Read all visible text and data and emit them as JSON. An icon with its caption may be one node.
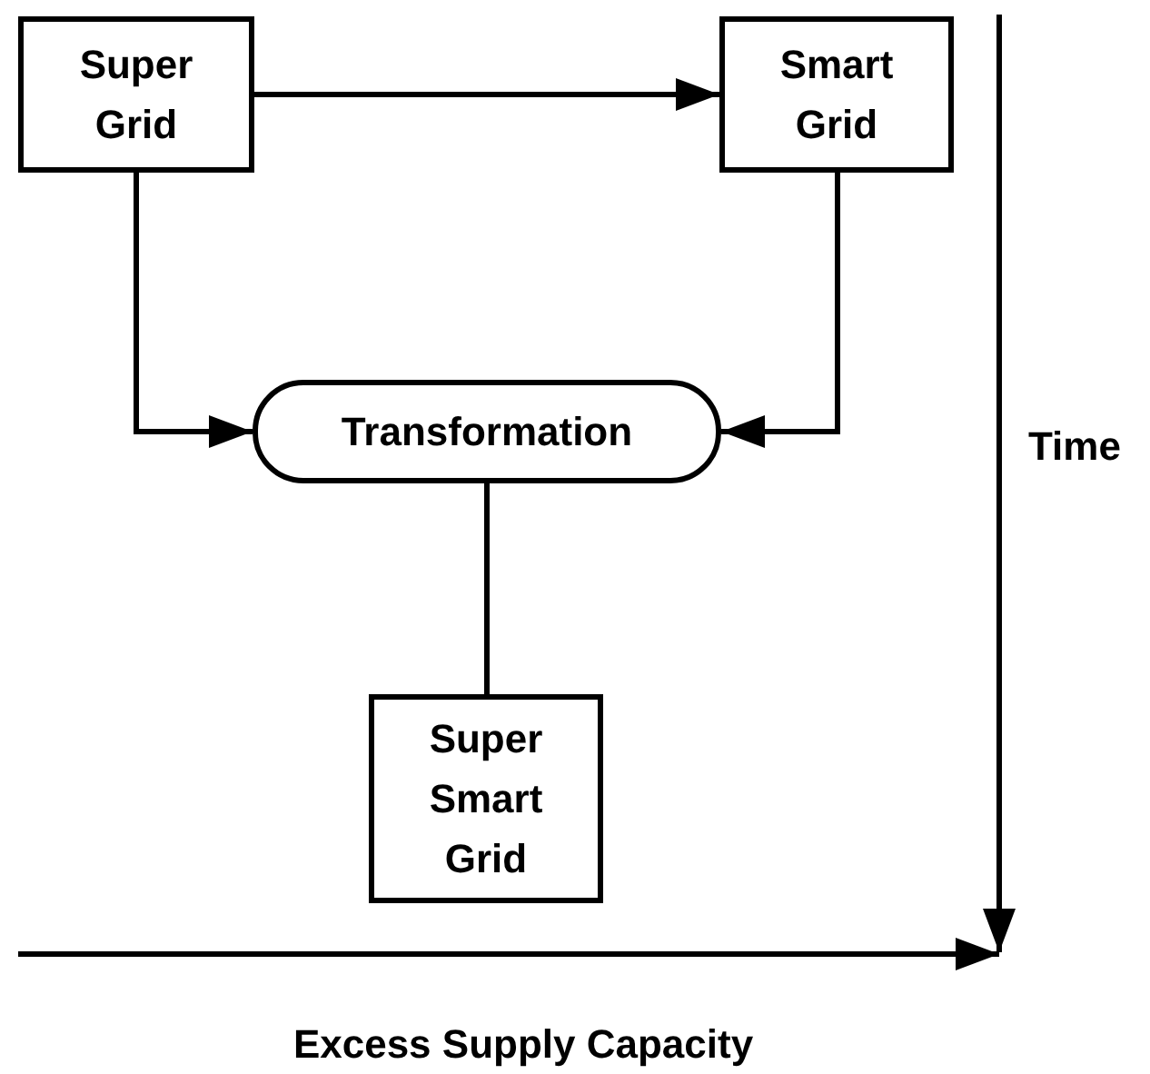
{
  "diagram": {
    "nodes": [
      {
        "text": [
          "Super Grid"
        ]
      },
      {
        "text": [
          "Smart Grid"
        ]
      },
      {
        "text": [
          "Transformation"
        ]
      },
      {
        "text": [
          "Super Smart Grid"
        ]
      }
    ],
    "edges": [
      {
        "from": 0,
        "to": 1,
        "arrow": "to"
      },
      {
        "from": 0,
        "to": 2,
        "arrow": "to"
      },
      {
        "from": 1,
        "to": 2,
        "arrow": "to"
      },
      {
        "from": 2,
        "to": 3,
        "arrow": "none"
      }
    ],
    "labels": [
      "Time",
      "Excess Supply Capacity"
    ]
  }
}
